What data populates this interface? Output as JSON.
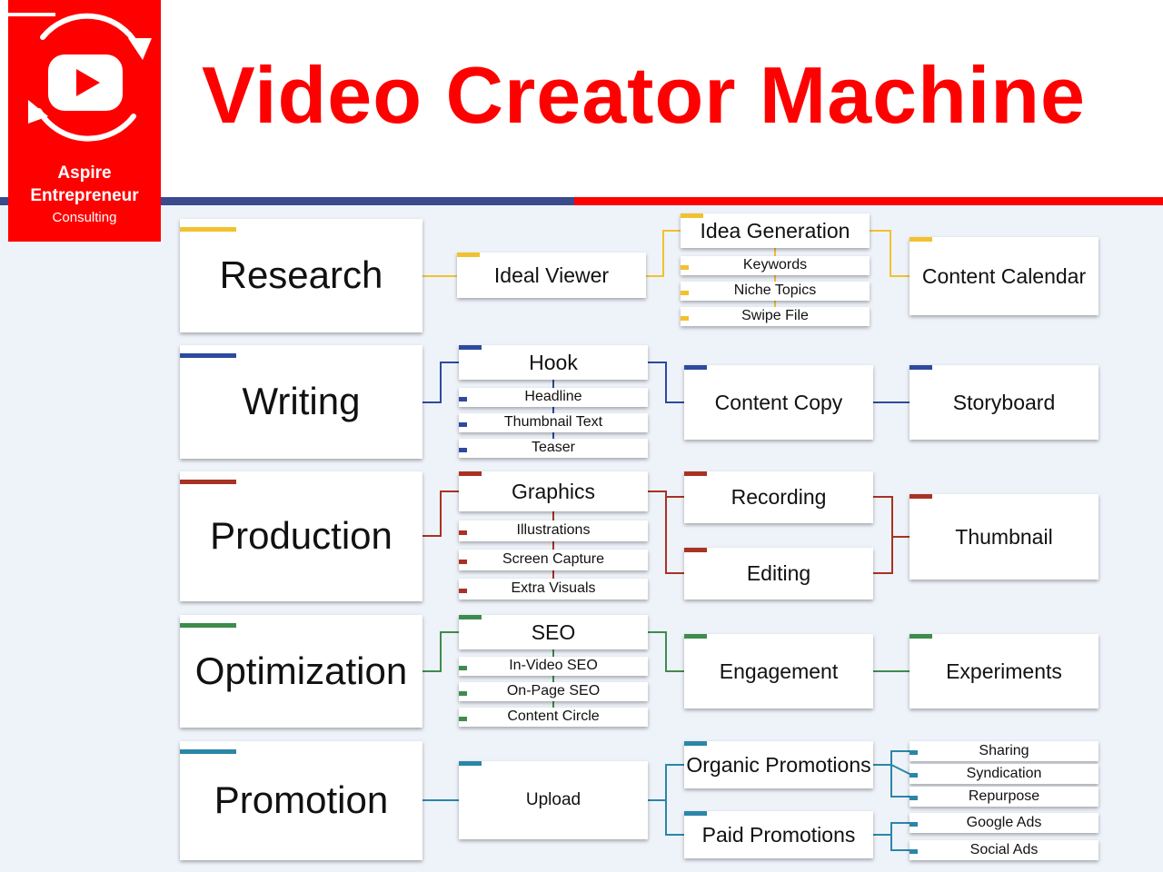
{
  "header": {
    "title": "Video Creator Machine",
    "logo": {
      "icon": "youtube-play-cycle-icon",
      "name": "Aspire Entrepreneur",
      "subtitle": "Consulting"
    }
  },
  "colors": {
    "brand_red": "#ff0000",
    "research": "#f2c12e",
    "writing": "#2e4a9e",
    "production": "#a83224",
    "optimization": "#3e8c4d",
    "promotion": "#2b86a8"
  },
  "rows": [
    {
      "stage": "Research",
      "nodes": [
        "Ideal Viewer",
        "Idea Generation",
        "Keywords",
        "Niche Topics",
        "Swipe File",
        "Content Calendar"
      ]
    },
    {
      "stage": "Writing",
      "nodes": [
        "Hook",
        "Headline",
        "Thumbnail Text",
        "Teaser",
        "Content Copy",
        "Storyboard"
      ]
    },
    {
      "stage": "Production",
      "nodes": [
        "Graphics",
        "Illustrations",
        "Screen Capture",
        "Extra Visuals",
        "Recording",
        "Editing",
        "Thumbnail"
      ]
    },
    {
      "stage": "Optimization",
      "nodes": [
        "SEO",
        "In-Video SEO",
        "On-Page SEO",
        "Content Circle",
        "Engagement",
        "Experiments"
      ]
    },
    {
      "stage": "Promotion",
      "nodes": [
        "Upload",
        "Organic Promotions",
        "Paid Promotions",
        "Sharing",
        "Syndication",
        "Repurpose",
        "Google Ads",
        "Social Ads"
      ]
    }
  ]
}
